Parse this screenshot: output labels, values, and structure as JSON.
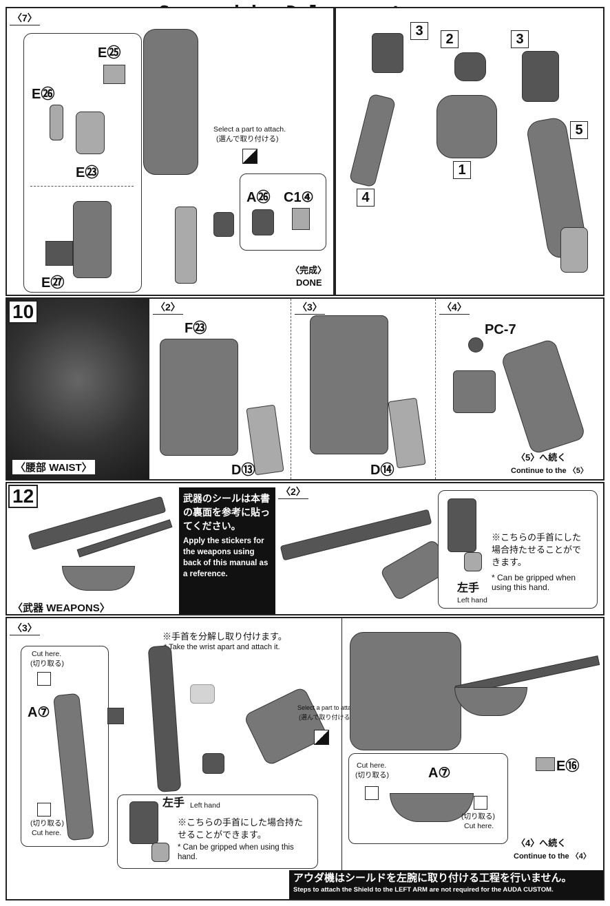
{
  "watermark": "Scanned by Dalong.net",
  "step7": {
    "tag": "〈7〉",
    "parts": [
      "E㉕",
      "E㉖",
      "E㉓",
      "E㉗"
    ],
    "select_en": "Select a part to attach.",
    "select_jp": "(選んで取り付ける)",
    "option_parts": [
      "A㉖",
      "C1④"
    ],
    "done_jp": "〈完成〉",
    "done_en": "DONE"
  },
  "step9": {
    "labels": [
      "3",
      "2",
      "3",
      "1",
      "4",
      "5"
    ]
  },
  "step10": {
    "num": "10",
    "title_jp": "〈腰部",
    "title_en": "WAIST〉",
    "sub2": "〈2〉",
    "sub3": "〈3〉",
    "sub4": "〈4〉",
    "f_part": "F㉓",
    "d13": "D⑬",
    "d14": "D⑭",
    "pc": "PC-7",
    "continue_jp": "〈5〉へ続く",
    "continue_en": "Continue to the 〈5〉"
  },
  "step12": {
    "num": "12",
    "title_jp": "〈武器",
    "title_en": "WEAPONS〉",
    "sticker_jp": "武器のシールは本書の裏面を参考に貼ってください。",
    "sticker_en": "Apply the stickers for the weapons using back of this manual as a reference.",
    "sub2": "〈2〉",
    "grip_jp": "※こちらの手首にした場合持たせることができます。",
    "grip_en": "* Can be gripped when using this hand.",
    "left_hand_jp": "左手",
    "left_hand_en": "Left hand"
  },
  "step12b": {
    "sub3": "〈3〉",
    "wrist_jp": "※手首を分解し取り付けます。",
    "wrist_en": "* Take the wrist apart and attach it.",
    "cut_en": "Cut here.",
    "cut_jp": "(切り取る)",
    "a7": "A⑦",
    "select_en": "Select a part to attach.",
    "select_jp": "(選んで取り付ける)",
    "left_hand_jp": "左手",
    "left_hand_en": "Left hand",
    "grip_jp": "※こちらの手首にした場合持たせることができます。",
    "grip_en": "* Can be gripped when using this hand.",
    "e16": "E⑯",
    "continue_jp": "〈4〉へ続く",
    "continue_en": "Continue to the 〈4〉",
    "bottom_jp": "アウダ機はシールドを左腕に取り付ける工程を行いません。",
    "bottom_en": "Steps to attach the Shield to the LEFT ARM are not required for the AUDA CUSTOM."
  }
}
